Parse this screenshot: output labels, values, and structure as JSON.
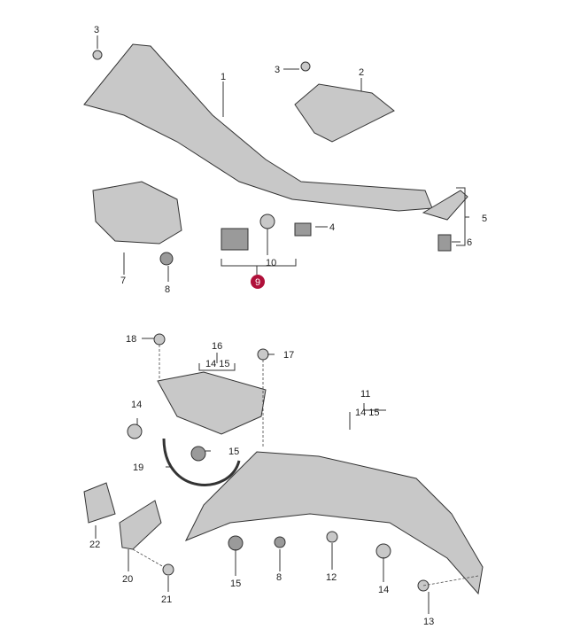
{
  "diagram": {
    "title": "Parts diagram - cowl panel and water deflector",
    "highlight_color": "#b0103a",
    "callouts": {
      "p1": "1",
      "p2": "2",
      "p3a": "3",
      "p3b": "3",
      "p4": "4",
      "p5": "5",
      "p6": "6",
      "p7": "7",
      "p8a": "8",
      "p9": "9",
      "p10": "10",
      "p11": "11",
      "p11_sub": "14 15",
      "p12": "12",
      "p13": "13",
      "p14a": "14",
      "p14b": "14",
      "p15a": "15",
      "p15b": "15",
      "p16": "16",
      "p16_sub": "14 15",
      "p17": "17",
      "p18": "18",
      "p19": "19",
      "p20": "20",
      "p21": "21",
      "p22": "22",
      "p8b": "8"
    }
  }
}
